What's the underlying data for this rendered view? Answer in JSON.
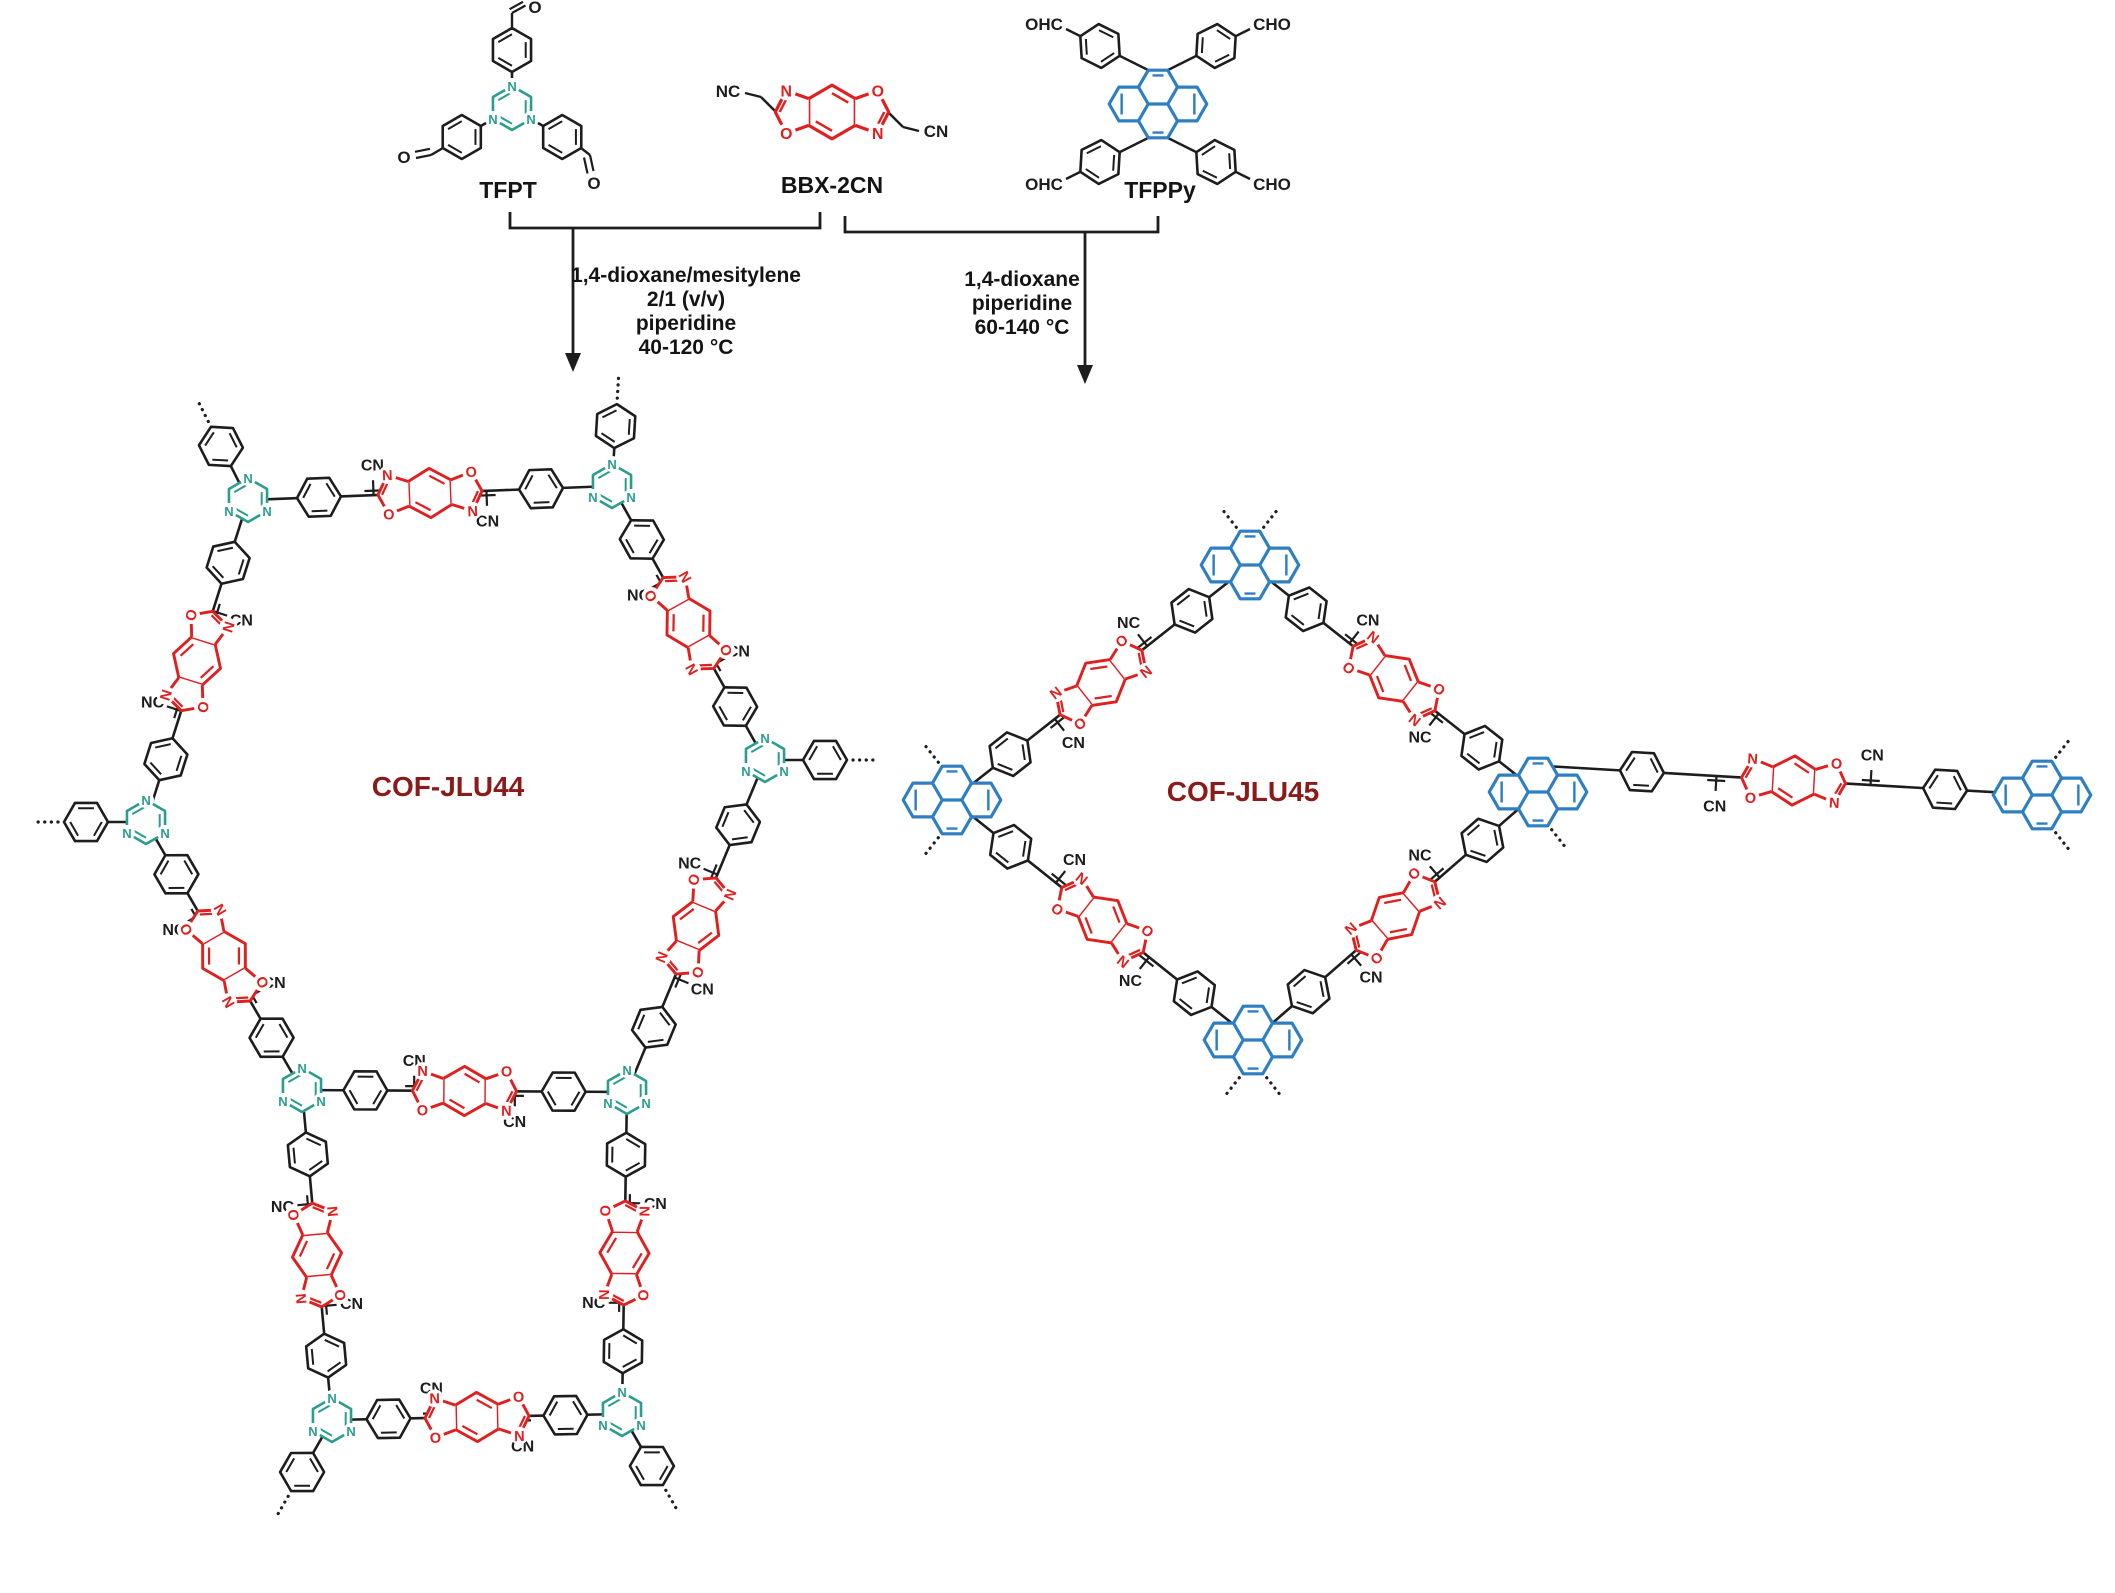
{
  "scheme": {
    "monomers": [
      {
        "name": "TFPT"
      },
      {
        "name": "BBX-2CN"
      },
      {
        "name": "TFPPy"
      }
    ],
    "reactions": [
      {
        "conditions": [
          "1,4-dioxane/mesitylene",
          "2/1 (v/v)",
          "piperidine",
          "40-120 °C"
        ]
      },
      {
        "conditions": [
          "1,4-dioxane",
          "piperidine",
          "60-140 °C"
        ]
      }
    ],
    "products": [
      {
        "name": "COF-JLU44"
      },
      {
        "name": "COF-JLU45"
      }
    ]
  },
  "labels": {
    "cn": "CN",
    "nc": "NC",
    "cho": "CHO",
    "ohc": "OHC",
    "o": "O",
    "n": "N"
  },
  "colors": {
    "triazine": "#2a9d8f",
    "benzobisoxazole": "#e01f1f",
    "pyrene": "#2e7fc1",
    "bond": "#1d1d1d",
    "product_label": "#8b1b1b"
  }
}
